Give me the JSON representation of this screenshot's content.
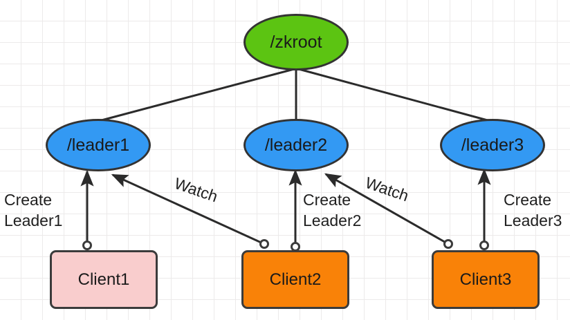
{
  "diagram": {
    "title": "ZooKeeper leader election znode tree",
    "background": "#ffffff",
    "grid_color": "#eceaea",
    "colors": {
      "root_fill": "#5CC412",
      "leader_fill": "#3399F3",
      "client_pink_fill": "#f9cdcd",
      "client_orange_fill": "#f98208",
      "stroke": "#333333",
      "port_fill": "#ffffff",
      "text": "#1a1a1a"
    },
    "nodes": {
      "root": {
        "label": "/zkroot",
        "shape": "ellipse",
        "fill": "#5CC412"
      },
      "leader1": {
        "label": "/leader1",
        "shape": "ellipse",
        "fill": "#3399F3"
      },
      "leader2": {
        "label": "/leader2",
        "shape": "ellipse",
        "fill": "#3399F3"
      },
      "leader3": {
        "label": "/leader3",
        "shape": "ellipse",
        "fill": "#3399F3"
      },
      "client1": {
        "label": "Client1",
        "shape": "rounded-rect",
        "fill": "#f9cdcd"
      },
      "client2": {
        "label": "Client2",
        "shape": "rounded-rect",
        "fill": "#f98208"
      },
      "client3": {
        "label": "Client3",
        "shape": "rounded-rect",
        "fill": "#f98208"
      }
    },
    "edge_labels": {
      "create1_line1": "Create",
      "create1_line2": "Leader1",
      "create2_line1": "Create",
      "create2_line2": "Leader2",
      "create3_line1": "Create",
      "create3_line2": "Leader3",
      "watch1": "Watch",
      "watch2": "Watch"
    },
    "edges": [
      {
        "from": "root",
        "to": "leader1",
        "arrow": false,
        "label": ""
      },
      {
        "from": "root",
        "to": "leader2",
        "arrow": false,
        "label": ""
      },
      {
        "from": "root",
        "to": "leader3",
        "arrow": false,
        "label": ""
      },
      {
        "from": "client1",
        "to": "leader1",
        "arrow": true,
        "label": "Create Leader1"
      },
      {
        "from": "client2",
        "to": "leader2",
        "arrow": true,
        "label": "Create Leader2"
      },
      {
        "from": "client3",
        "to": "leader3",
        "arrow": true,
        "label": "Create Leader3"
      },
      {
        "from": "client2",
        "to": "leader1",
        "arrow": true,
        "label": "Watch"
      },
      {
        "from": "client3",
        "to": "leader2",
        "arrow": true,
        "label": "Watch"
      }
    ]
  }
}
